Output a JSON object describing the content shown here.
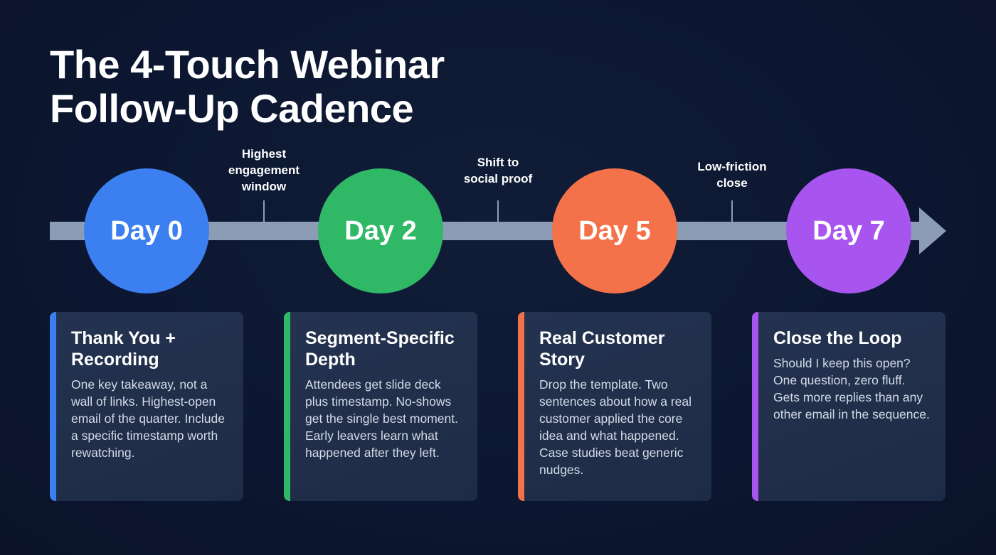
{
  "title": {
    "line1": "The 4-Touch Webinar",
    "line2": "Follow-Up Cadence"
  },
  "timeline": {
    "track_color": "#8d9cb5",
    "annotations": [
      {
        "lines": [
          "Highest",
          "engagement",
          "window"
        ]
      },
      {
        "lines": [
          "Shift to",
          "social proof"
        ]
      },
      {
        "lines": [
          "Low-friction",
          "close"
        ]
      }
    ],
    "steps": [
      {
        "label": "Day 0",
        "color": "#3b7ff0"
      },
      {
        "label": "Day 2",
        "color": "#2fb866"
      },
      {
        "label": "Day 5",
        "color": "#f47249"
      },
      {
        "label": "Day 7",
        "color": "#a855f0"
      }
    ]
  },
  "cards": [
    {
      "heading_lines": [
        "Thank You +",
        "Recording"
      ],
      "body": "One key takeaway, not a wall of links. Highest-open email of the quarter. Include a specific timestamp worth rewatching.",
      "accent": "#3b7ff0"
    },
    {
      "heading_lines": [
        "Segment-Specific",
        "Depth"
      ],
      "body": "Attendees get slide deck plus timestamp. No-shows get the single best moment. Early leavers learn what happened after they left.",
      "accent": "#2fb866"
    },
    {
      "heading_lines": [
        "Real Customer",
        "Story"
      ],
      "body": "Drop the template. Two sentences about how a real customer applied the core idea and what happened. Case studies beat generic nudges.",
      "accent": "#f47249"
    },
    {
      "heading_lines": [
        "Close the Loop"
      ],
      "body": "Should I keep this open? One question, zero fluff. Gets more replies than any other email in the sequence.",
      "accent": "#a855f0"
    }
  ]
}
